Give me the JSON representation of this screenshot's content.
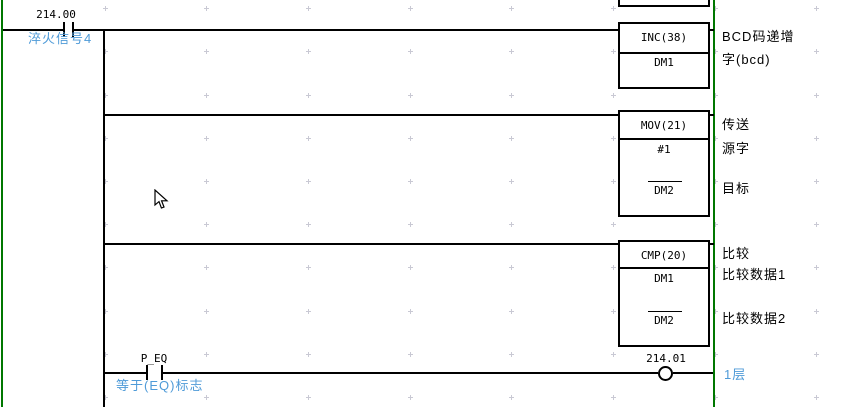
{
  "ladder": {
    "rung1": {
      "contact_address": "214.00",
      "contact_comment": "淬火信号4",
      "block_title": "INC(38)",
      "block_op1": "DM1",
      "right_label1": "BCD码递增",
      "right_label2": "字(bcd)"
    },
    "rung2": {
      "block_title": "MOV(21)",
      "block_op1": "#1",
      "block_op2": "DM2",
      "right_label1": "传送",
      "right_label2": "源字",
      "right_label3": "目标"
    },
    "rung3": {
      "block_title": "CMP(20)",
      "block_op1": "DM1",
      "block_op2": "DM2",
      "right_label1": "比较",
      "right_label2": "比较数据1",
      "right_label3": "比较数据2"
    },
    "rung4": {
      "contact_address": "P_EQ",
      "contact_comment": "等于(EQ)标志",
      "coil_address": "214.01",
      "coil_label": "1层"
    }
  },
  "colors": {
    "bus_green": "#007700",
    "comment_blue": "#4f9bd8",
    "line_black": "#000000",
    "grid_dot": "#c9c9d4"
  }
}
